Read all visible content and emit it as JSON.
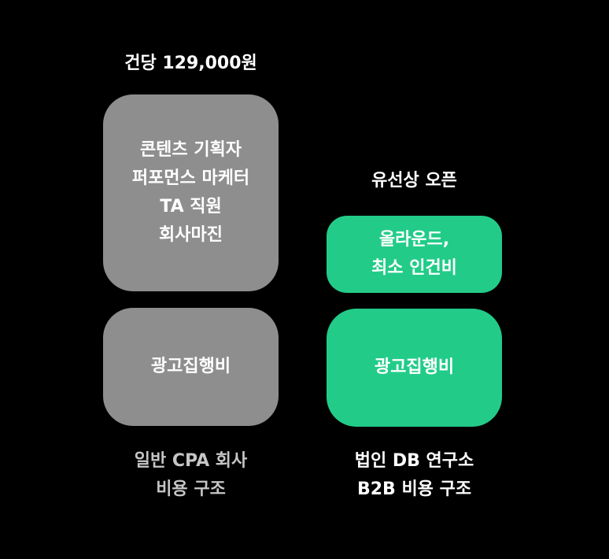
{
  "left": {
    "price_label": "건당 129,000원",
    "top_box_lines": [
      "콘텐츠 기획자",
      "퍼포먼스 마케터",
      "TA 직원",
      "회사마진"
    ],
    "bottom_box": "광고집행비",
    "caption_lines": [
      "일반 CPA 회사",
      "비용 구조"
    ]
  },
  "right": {
    "header": "유선상 오픈",
    "top_box_lines": [
      "올라운드,",
      "최소 인건비"
    ],
    "bottom_box": "광고집행비",
    "caption_lines": [
      "법인 DB 연구소",
      "B2B 비용 구조"
    ]
  },
  "colors": {
    "background": "#000000",
    "gray_box": "#8e8e8e",
    "green_box": "#22cc88",
    "muted_caption": "#c6c6c6"
  }
}
